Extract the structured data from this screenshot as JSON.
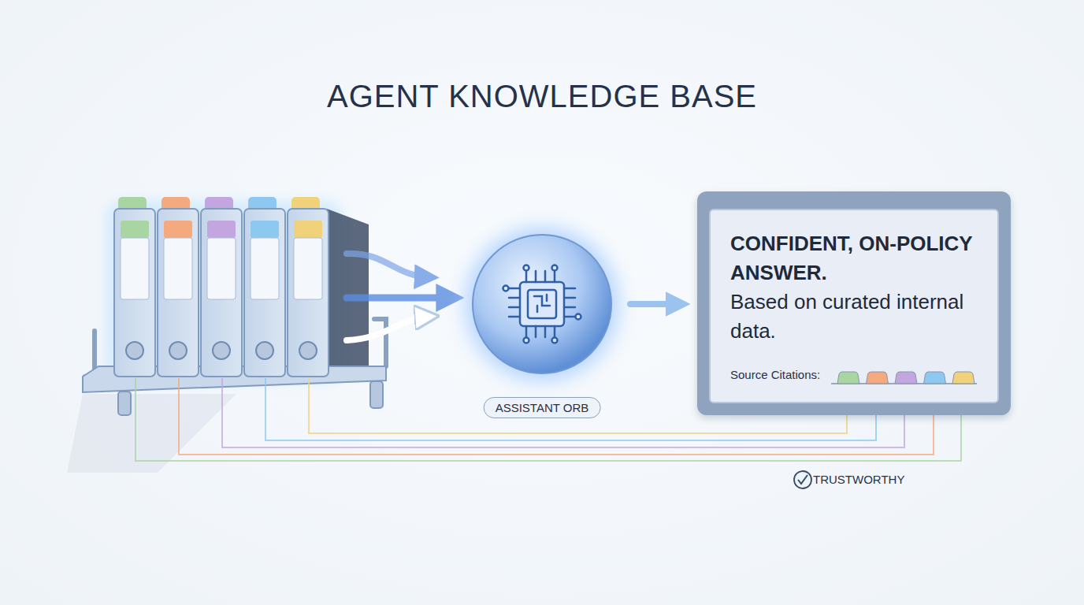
{
  "diagram": {
    "title": "AGENT KNOWLEDGE BASE",
    "nodes": [
      {
        "text": [
          "ASSISTANT ORB"
        ]
      },
      {
        "text": [
          "CONFIDENT, ON-POLICY ANSWER.",
          "Based on curated internal data.",
          "Source Citations:"
        ]
      }
    ],
    "edges": [
      {
        "from": 0,
        "to": 1,
        "arrow": "to"
      }
    ],
    "labels": [
      "TRUSTWORTHY"
    ]
  }
}
